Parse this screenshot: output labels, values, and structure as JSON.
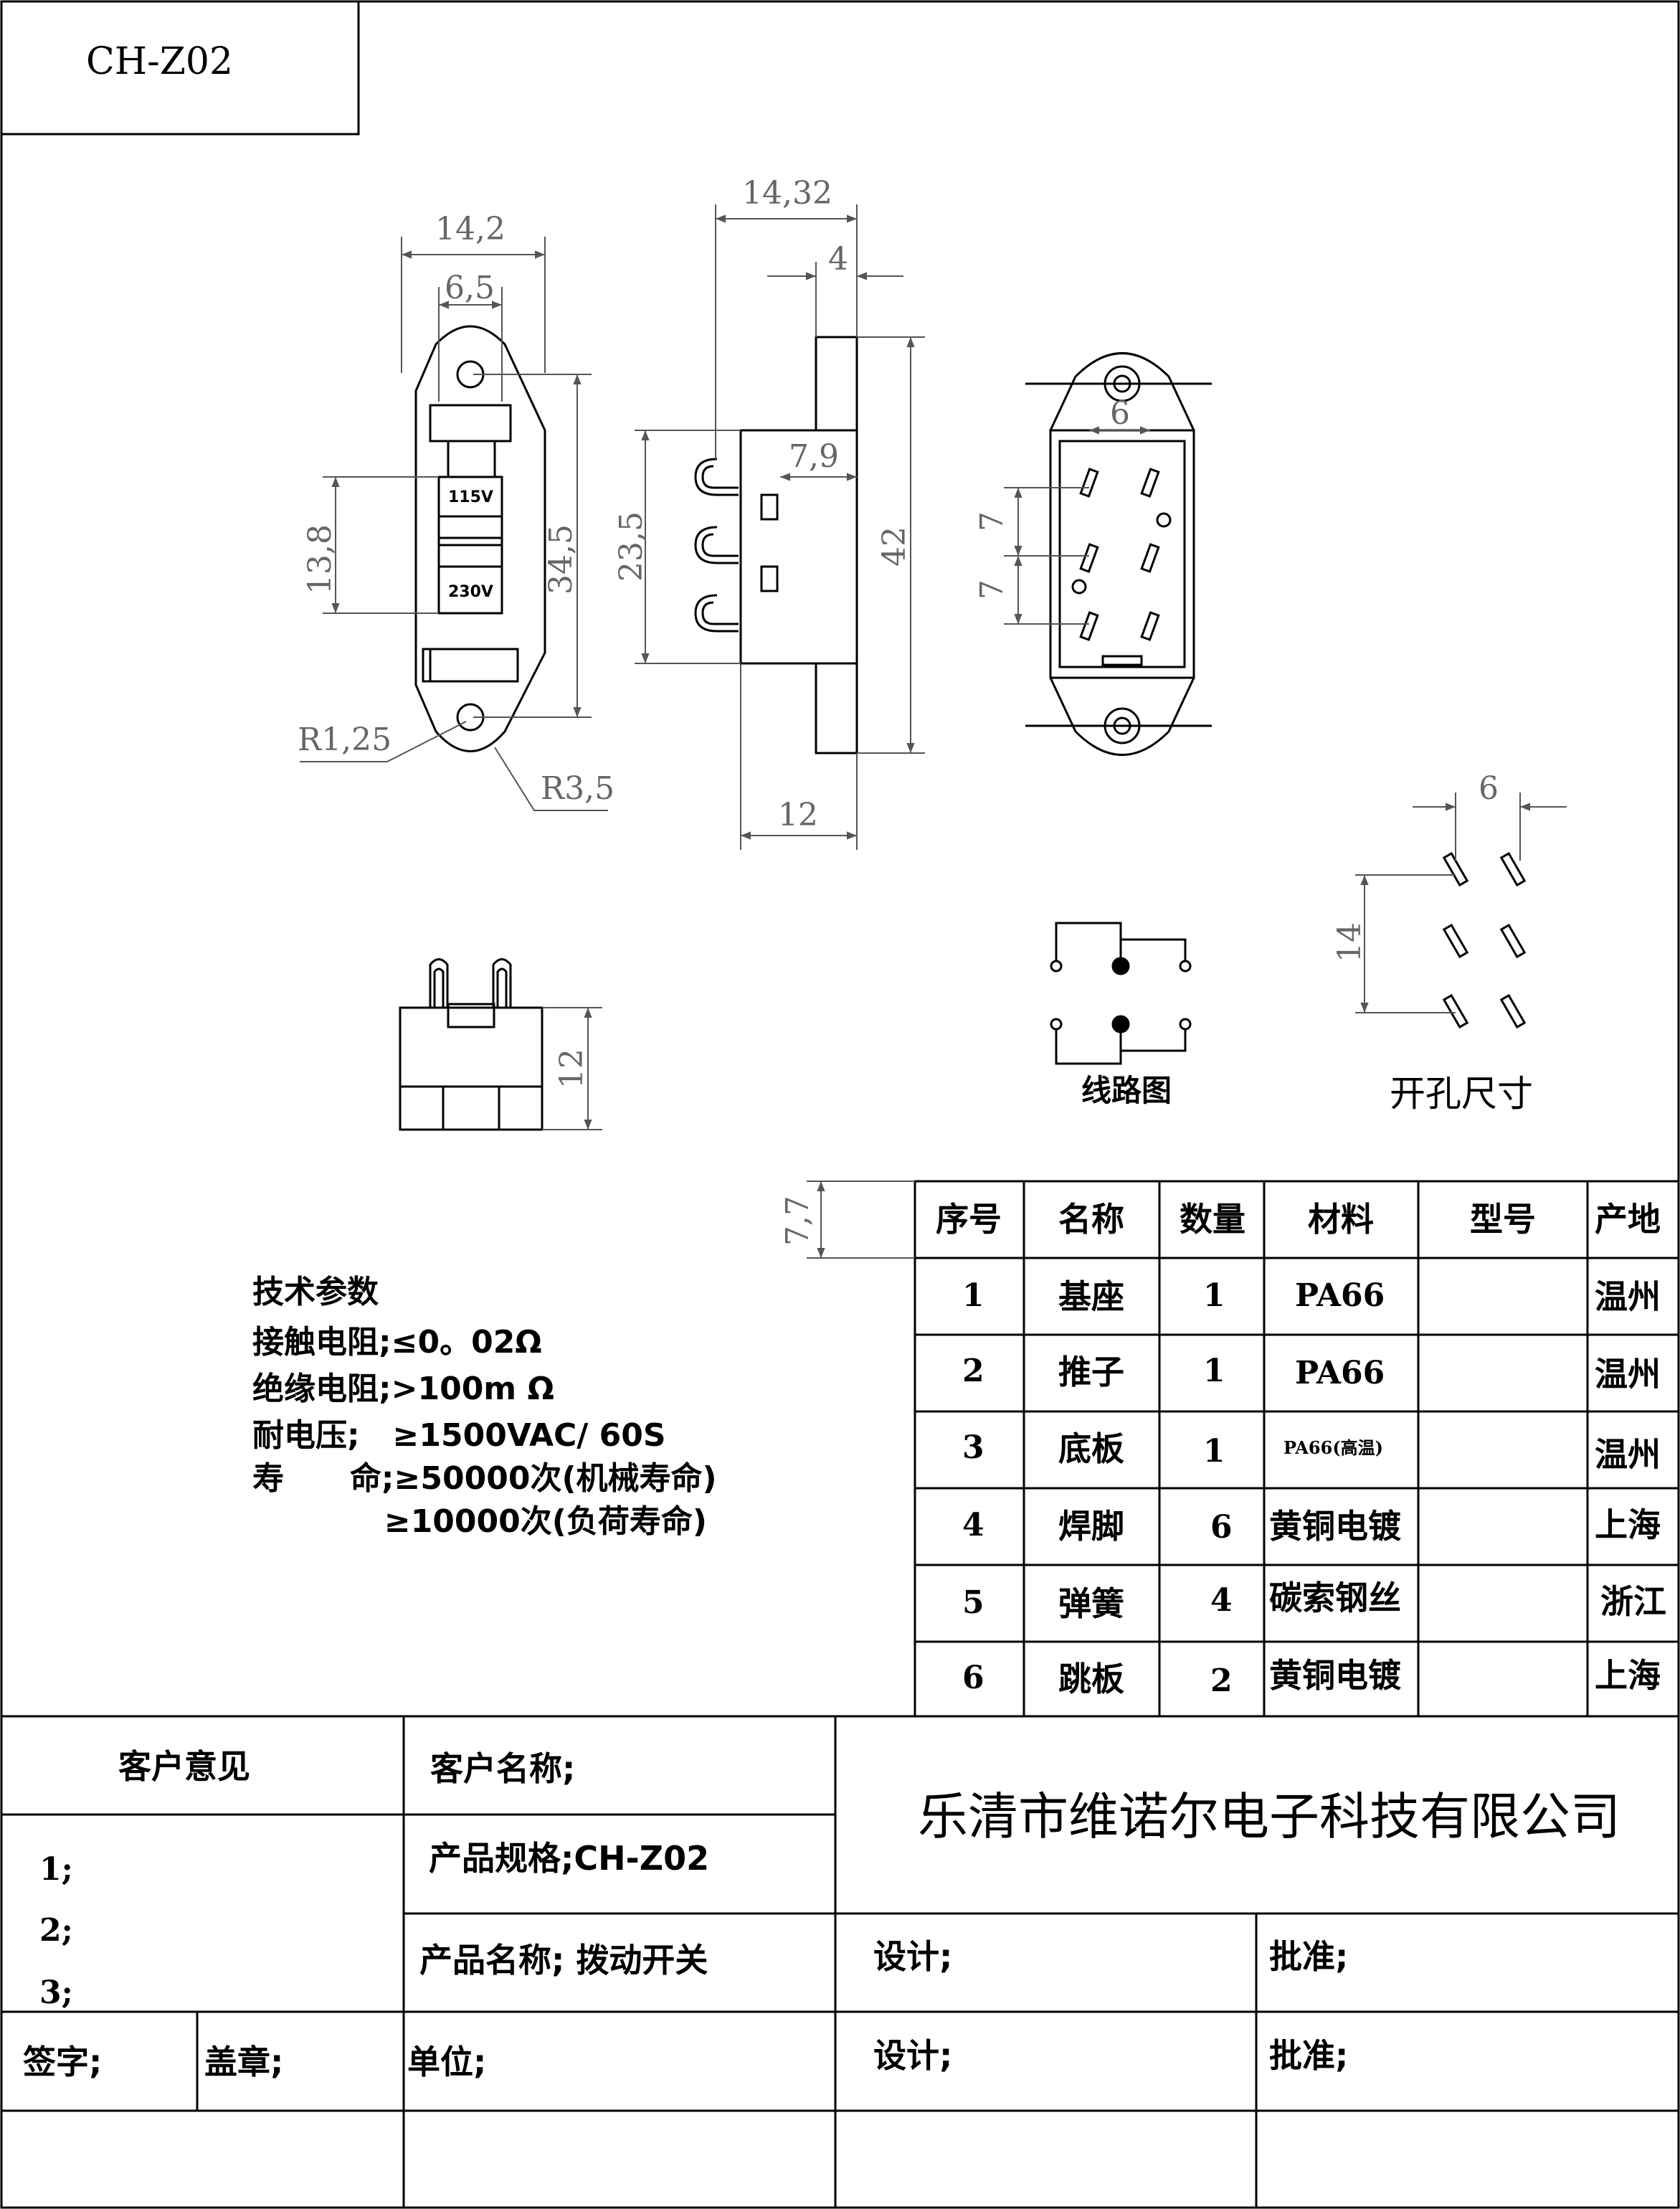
{
  "drawing": {
    "model_code": "CH-Z02"
  },
  "dimensions": {
    "front_width": "14,2",
    "front_inner_width": "6,5",
    "front_window_height": "13,8",
    "front_hole_pitch": "34,5",
    "front_hole_radius": "R1,25",
    "front_end_radius": "R3,5",
    "label_115v": "115V",
    "label_230v": "230V",
    "side_total_depth": "14,32",
    "side_flange": "4",
    "side_body_height": "23,5",
    "side_actuator": "7,9",
    "side_height": "42",
    "side_body_depth": "12",
    "back_pin_span": "6",
    "back_pin_pitch_1": "7",
    "back_pin_pitch_2": "7",
    "bottom_height": "12",
    "cutout_width": "6",
    "cutout_height": "14",
    "table_row_height": "7,7"
  },
  "captions": {
    "circuit": "线路图",
    "cutout": "开孔尺寸"
  },
  "specs": {
    "title": "技术参数",
    "lines": [
      "接触电阻;≤0。02Ω",
      "绝缘电阻;>100m Ω",
      "耐电压;   ≥1500VAC/ 60S",
      "寿      命;≥50000次(机械寿命)",
      "            ≥10000次(负荷寿命)"
    ]
  },
  "bom": {
    "headers": [
      "序号",
      "名称",
      "数量",
      "材料",
      "型号",
      "产地"
    ],
    "rows": [
      [
        "1",
        "基座",
        "1",
        "PA66",
        "",
        "温州"
      ],
      [
        "2",
        "推子",
        "1",
        "PA66",
        "",
        "温州"
      ],
      [
        "3",
        "底板",
        "1",
        "PA66(高温)",
        "",
        "温州"
      ],
      [
        "4",
        "焊脚",
        "6",
        "黄铜电镀",
        "",
        "上海"
      ],
      [
        "5",
        "弹簧",
        "4",
        "碳索钢丝",
        "",
        "浙江"
      ],
      [
        "6",
        "跳板",
        "2",
        "黄铜电镀",
        "",
        "上海"
      ]
    ]
  },
  "title_block": {
    "customer_opinion": "客户意见",
    "opinion_1": "1;",
    "opinion_2": "2;",
    "opinion_3": "3;",
    "customer_name": "客户名称;",
    "product_spec": "产品规格;CH-Z02",
    "product_name": "产品名称; 拨动开关",
    "company": "乐清市维诺尔电子科技有限公司",
    "design_1": "设计;",
    "approve_1": "批准;",
    "sign": "签字;",
    "seal": "盖章;",
    "unit": "单位;",
    "design_2": "设计;",
    "approve_2": "批准;"
  }
}
